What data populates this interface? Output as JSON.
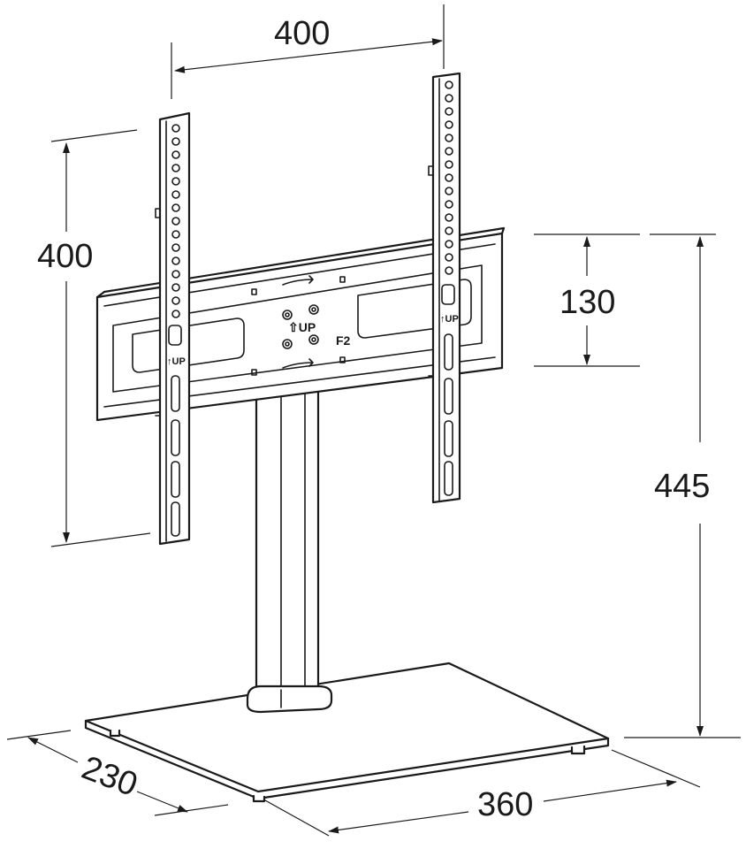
{
  "dimensions": {
    "top_width": "400",
    "left_height": "400",
    "panel_height": "130",
    "total_height": "445",
    "base_depth": "230",
    "base_width": "360"
  },
  "labels": {
    "up_left": "↑UP",
    "up_center": "⇧UP",
    "up_right": "↑UP",
    "model": "F2"
  }
}
